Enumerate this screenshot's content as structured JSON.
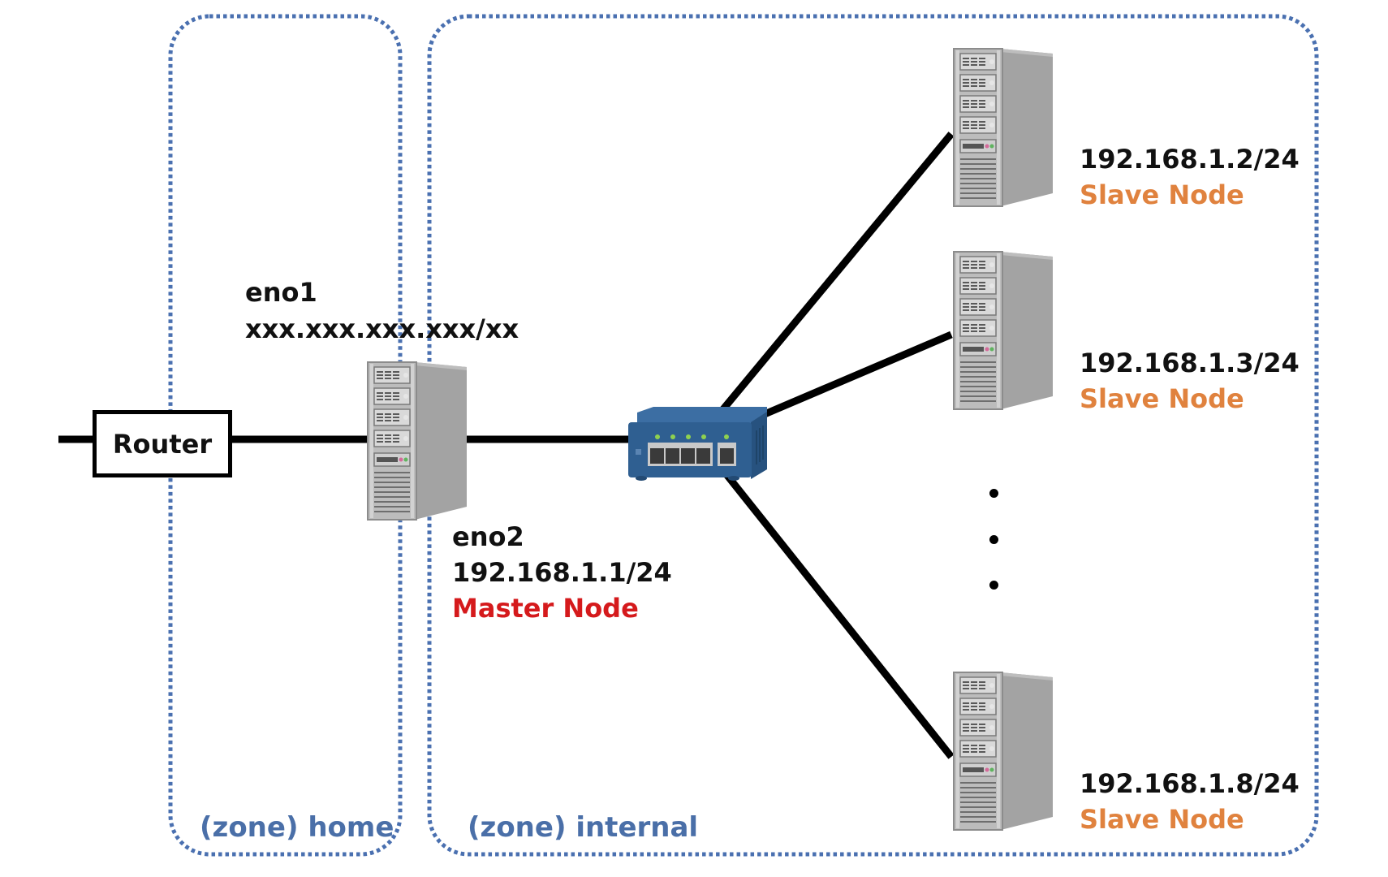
{
  "diagram": {
    "title": "Network topology: firewalld zones with master and slave nodes",
    "zones": [
      {
        "id": "home",
        "label": "(zone) home"
      },
      {
        "id": "internal",
        "label": "(zone) internal"
      }
    ],
    "router": {
      "label": "Router"
    },
    "switch": {
      "label": "Network switch",
      "port_count": 5
    },
    "master": {
      "iface_external": "eno1",
      "ip_external": "xxx.xxx.xxx.xxx/xx",
      "iface_internal": "eno2",
      "ip_internal": "192.168.1.1/24",
      "role": "Master Node"
    },
    "slaves": [
      {
        "ip": "192.168.1.2/24",
        "role": "Slave Node"
      },
      {
        "ip": "192.168.1.3/24",
        "role": "Slave Node"
      },
      {
        "ip": "192.168.1.8/24",
        "role": "Slave Node"
      }
    ],
    "ellipsis": "⋮",
    "edges": [
      {
        "from": "external",
        "to": "router"
      },
      {
        "from": "router",
        "to": "master"
      },
      {
        "from": "master",
        "to": "switch"
      },
      {
        "from": "switch",
        "to": "slave-1"
      },
      {
        "from": "switch",
        "to": "slave-2"
      },
      {
        "from": "switch",
        "to": "slave-3"
      }
    ],
    "colors": {
      "zone_border": "#4a70b0",
      "zone_label": "#4a6fa8",
      "master_role": "#d51a1c",
      "slave_role": "#e0823e",
      "text": "#111111",
      "link": "#000000",
      "switch_body": "#2f5f91",
      "server_body": "#a9a9a9"
    }
  }
}
